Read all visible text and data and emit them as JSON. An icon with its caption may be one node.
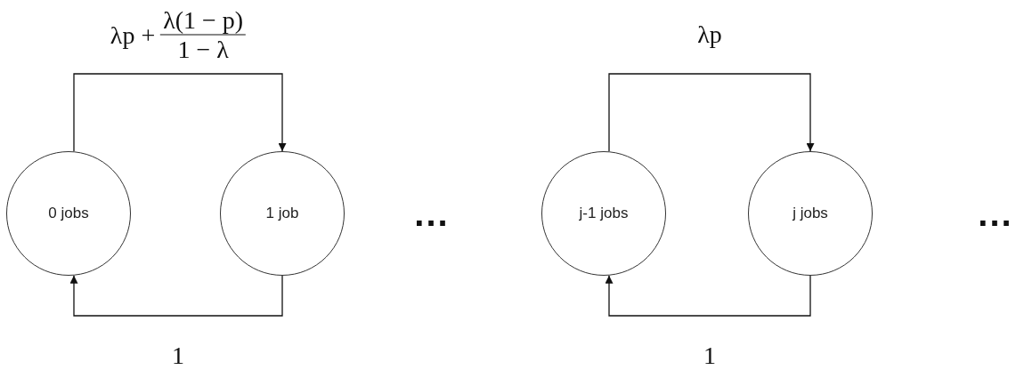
{
  "diagram": {
    "nodes": [
      {
        "text": [
          "0 jobs"
        ]
      },
      {
        "text": [
          "1 job"
        ]
      },
      {
        "text": [
          "j-1 jobs"
        ]
      },
      {
        "text": [
          "j jobs"
        ]
      }
    ],
    "edges": [
      {
        "from": 0,
        "to": 1,
        "arrow": "to",
        "label": "λp + λ(1 − p) 1 − λ"
      },
      {
        "from": 1,
        "to": 0,
        "arrow": "to",
        "label": "1"
      },
      {
        "from": 2,
        "to": 3,
        "arrow": "to",
        "label": "λp"
      },
      {
        "from": 3,
        "to": 2,
        "arrow": "to",
        "label": "1"
      }
    ],
    "labels": [
      "...",
      "..."
    ]
  }
}
